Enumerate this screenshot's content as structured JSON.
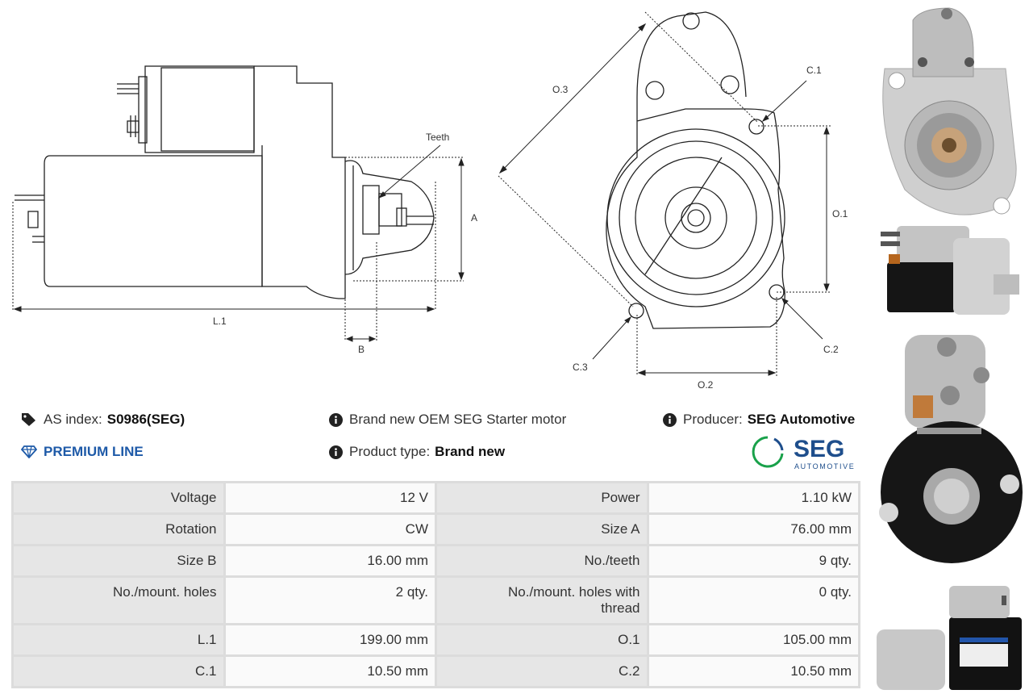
{
  "drawing": {
    "labels": {
      "teeth": "Teeth",
      "a": "A",
      "b": "B",
      "l1": "L.1",
      "o1": "O.1",
      "o2": "O.2",
      "o3": "O.3",
      "c1": "C.1",
      "c2": "C.2",
      "c3": "C.3"
    }
  },
  "info": {
    "as_index_label": "AS index:",
    "as_index_value": "S0986(SEG)",
    "premium": "PREMIUM LINE",
    "description": "Brand new OEM SEG Starter motor",
    "product_type_label": "Product type:",
    "product_type_value": "Brand new",
    "producer_label": "Producer:",
    "producer_value": "SEG Automotive"
  },
  "logo": {
    "brand": "SEG",
    "sub": "AUTOMOTIVE",
    "color": "#1e4e8c",
    "accent": "#19a14a"
  },
  "specs": {
    "rows": [
      [
        {
          "k": "Voltage",
          "v": "12 V"
        },
        {
          "k": "Power",
          "v": "1.10 kW"
        }
      ],
      [
        {
          "k": "Rotation",
          "v": "CW"
        },
        {
          "k": "Size A",
          "v": "76.00 mm"
        }
      ],
      [
        {
          "k": "Size B",
          "v": "16.00 mm"
        },
        {
          "k": "No./teeth",
          "v": "9 qty."
        }
      ],
      [
        {
          "k": "No./mount. holes",
          "v": "2 qty."
        },
        {
          "k": "No./mount. holes with thread",
          "v": "0 qty."
        }
      ],
      [
        {
          "k": "L.1",
          "v": "199.00 mm"
        },
        {
          "k": "O.1",
          "v": "105.00 mm"
        }
      ],
      [
        {
          "k": "C.1",
          "v": "10.50 mm"
        },
        {
          "k": "C.2",
          "v": "10.50 mm"
        }
      ]
    ]
  },
  "icons": {
    "tag": "tag-icon",
    "info": "info-icon",
    "diamond": "diamond-icon"
  }
}
